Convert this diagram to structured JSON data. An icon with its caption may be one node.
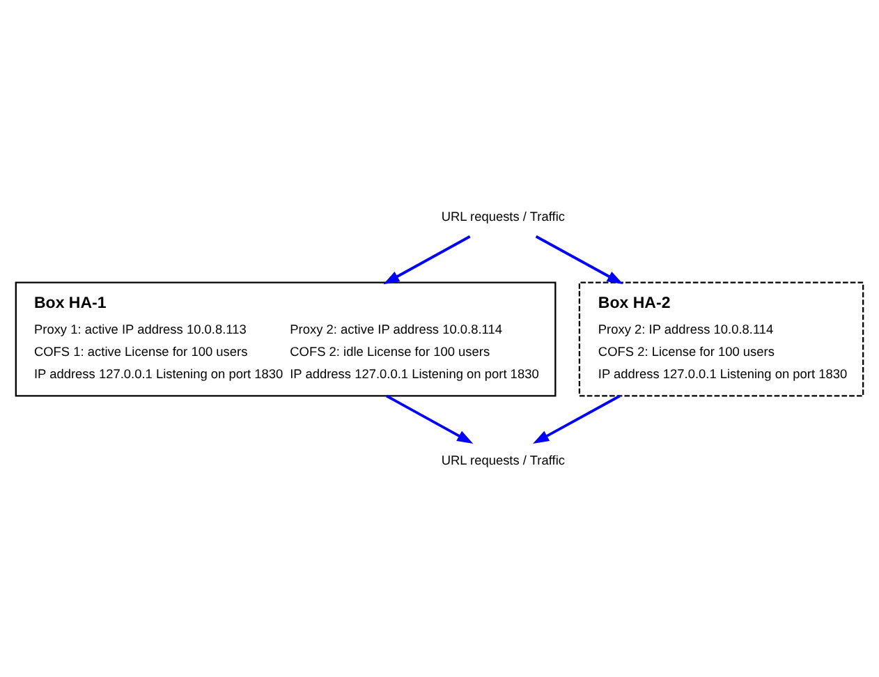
{
  "diagram": {
    "nodes": [
      {
        "text": [
          "URL requests / Traffic"
        ]
      },
      {
        "text": [
          "Box HA-1",
          "Proxy 1: active IP address 10.0.8.113",
          "COFS 1: active License for 100 users",
          "IP address 127.0.0.1 Listening on port 1830",
          "Proxy 2: active IP address 10.0.8.114",
          "COFS 2: idle License for 100 users",
          "IP address 127.0.0.1 Listening on port 1830"
        ]
      },
      {
        "text": [
          "Box HA-2",
          "Proxy 2: IP address 10.0.8.114",
          "COFS 2: License for 100 users",
          "IP address 127.0.0.1 Listening on port 1830"
        ]
      },
      {
        "text": [
          "URL requests / Traffic"
        ]
      }
    ],
    "edges": [
      {
        "from": 0,
        "to": 1,
        "arrow": "to"
      },
      {
        "from": 0,
        "to": 2,
        "arrow": "to"
      },
      {
        "from": 1,
        "to": 3,
        "arrow": "to"
      },
      {
        "from": 2,
        "to": 3,
        "arrow": "to"
      }
    ]
  }
}
